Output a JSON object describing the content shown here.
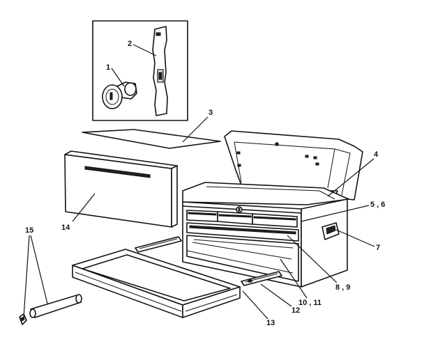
{
  "callouts": [
    {
      "id": "1",
      "text": "1"
    },
    {
      "id": "2",
      "text": "2"
    },
    {
      "id": "3",
      "text": "3"
    },
    {
      "id": "4",
      "text": "4"
    },
    {
      "id": "5-6",
      "text": "5 , 6"
    },
    {
      "id": "7",
      "text": "7"
    },
    {
      "id": "8-9",
      "text": "8 , 9"
    },
    {
      "id": "10-11",
      "text": "10 , 11"
    },
    {
      "id": "12",
      "text": "12"
    },
    {
      "id": "13",
      "text": "13"
    },
    {
      "id": "14",
      "text": "14"
    },
    {
      "id": "15",
      "text": "15"
    }
  ]
}
